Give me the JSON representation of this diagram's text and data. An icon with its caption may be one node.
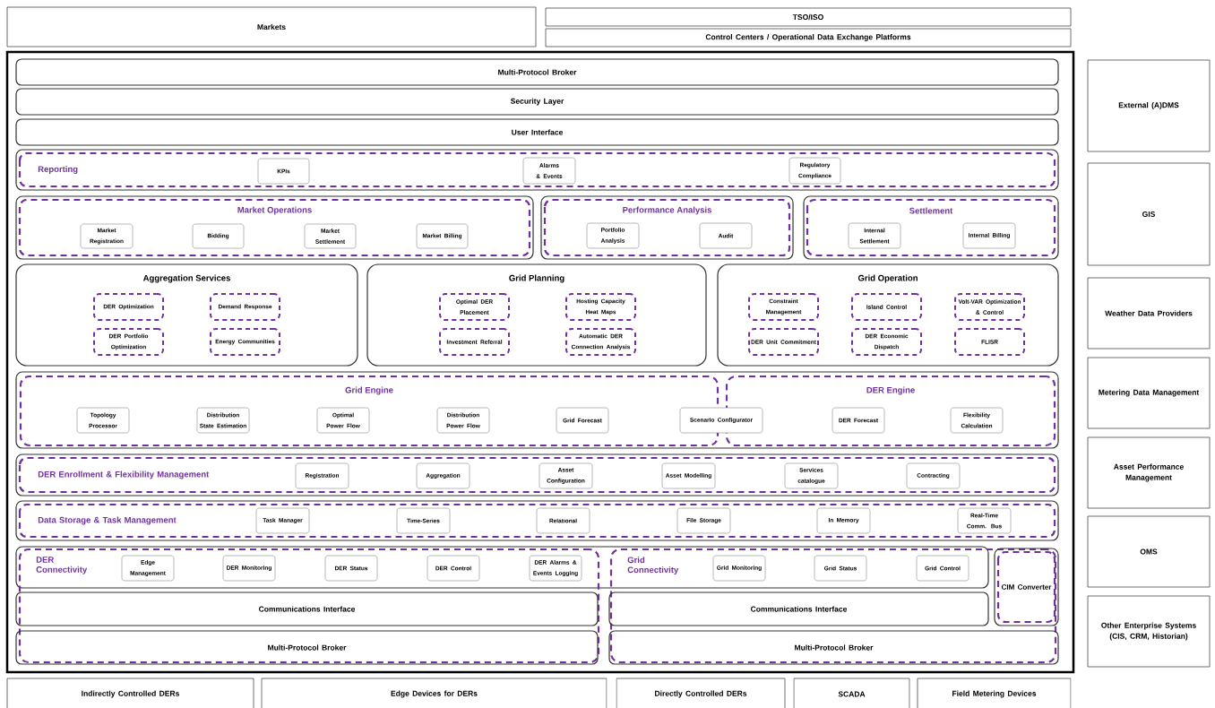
{
  "diagram": {
    "nodes": [
      {
        "text": [
          "Markets"
        ]
      },
      {
        "text": [
          "TSO/ISO"
        ]
      },
      {
        "text": [
          "Control Centers / Operational Data Exchange Platforms"
        ]
      },
      {
        "text": [],
        "shape": "box"
      },
      {
        "text": [
          "Multi-Protocol Broker"
        ],
        "in": 3
      },
      {
        "text": [
          "Security Layer"
        ],
        "in": 3
      },
      {
        "text": [
          "User Interface"
        ],
        "in": 3
      },
      {
        "text": [
          "Reporting"
        ],
        "in": 3
      },
      {
        "text": [
          "KPIs"
        ],
        "in": 7
      },
      {
        "text": [
          "Alarms & Events"
        ],
        "in": 7
      },
      {
        "text": [
          "Regulatory Compliance"
        ],
        "in": 7
      },
      {
        "text": [
          "Market Operations"
        ],
        "in": 3
      },
      {
        "text": [
          "Market Registration"
        ],
        "in": 11
      },
      {
        "text": [
          "Bidding"
        ],
        "in": 11
      },
      {
        "text": [
          "Market Settlement"
        ],
        "in": 11
      },
      {
        "text": [
          "Market Billing"
        ],
        "in": 11
      },
      {
        "text": [
          "Performance Analysis"
        ],
        "in": 3
      },
      {
        "text": [
          "Portfolio Analysis"
        ],
        "in": 16
      },
      {
        "text": [
          "Audit"
        ],
        "in": 16
      },
      {
        "text": [
          "Settlement"
        ],
        "in": 3
      },
      {
        "text": [
          "Internal Settlement"
        ],
        "in": 19
      },
      {
        "text": [
          "Internal Billing"
        ],
        "in": 19
      },
      {
        "text": [
          "Aggregation Services"
        ],
        "in": 3
      },
      {
        "text": [
          "DER Optimization"
        ],
        "in": 22
      },
      {
        "text": [
          "Demand Response"
        ],
        "in": 22
      },
      {
        "text": [
          "DER Portfolio Optimization"
        ],
        "in": 22
      },
      {
        "text": [
          "Energy Communities"
        ],
        "in": 22
      },
      {
        "text": [
          "Grid Planning"
        ],
        "in": 3
      },
      {
        "text": [
          "Optimal DER Placement"
        ],
        "in": 27
      },
      {
        "text": [
          "Hosting Capacity Heat Maps"
        ],
        "in": 27
      },
      {
        "text": [
          "Investment Referral"
        ],
        "in": 27
      },
      {
        "text": [
          "Automatic DER Connection Analysis"
        ],
        "in": 27
      },
      {
        "text": [
          "Grid Operation"
        ],
        "in": 3
      },
      {
        "text": [
          "Constraint Management"
        ],
        "in": 32
      },
      {
        "text": [
          "Island Control"
        ],
        "in": 32
      },
      {
        "text": [
          "Volt-VAR Optimization & Control"
        ],
        "in": 32
      },
      {
        "text": [
          "DER Unit Commitment"
        ],
        "in": 32
      },
      {
        "text": [
          "DER Economic Dispatch"
        ],
        "in": 32
      },
      {
        "text": [
          "FLISR"
        ],
        "in": 32
      },
      {
        "text": [
          "Grid Engine"
        ],
        "in": 3
      },
      {
        "text": [
          "DER Engine"
        ],
        "in": 3
      },
      {
        "text": [
          "Topology Processor"
        ],
        "in": 39
      },
      {
        "text": [
          "Distribution State Estimation"
        ],
        "in": 39
      },
      {
        "text": [
          "Optimal Power Flow"
        ],
        "in": 39
      },
      {
        "text": [
          "Distribution Power Flow"
        ],
        "in": 39
      },
      {
        "text": [
          "Grid Forecast"
        ],
        "in": 39
      },
      {
        "text": [
          "Scenario Configurator"
        ],
        "in": 3
      },
      {
        "text": [
          "DER Forecast"
        ],
        "in": 40
      },
      {
        "text": [
          "Flexibility Calculation"
        ],
        "in": 40
      },
      {
        "text": [
          "DER Enrollment & Flexibility Management"
        ],
        "in": 3
      },
      {
        "text": [
          "Registration"
        ],
        "in": 49
      },
      {
        "text": [
          "Aggregation"
        ],
        "in": 49
      },
      {
        "text": [
          "Asset Configuration"
        ],
        "in": 49
      },
      {
        "text": [
          "Asset Modelling"
        ],
        "in": 49
      },
      {
        "text": [
          "Services catalogue"
        ],
        "in": 49
      },
      {
        "text": [
          "Contracting"
        ],
        "in": 49
      },
      {
        "text": [
          "Data Storage & Task Management"
        ],
        "in": 3
      },
      {
        "text": [
          "Task Manager"
        ],
        "in": 56
      },
      {
        "text": [
          "Time-Series"
        ],
        "in": 56
      },
      {
        "text": [
          "Relational"
        ],
        "in": 56
      },
      {
        "text": [
          "File Storage"
        ],
        "in": 56
      },
      {
        "text": [
          "In Memory"
        ],
        "in": 56
      },
      {
        "text": [
          "Real-Time Comm. Bus"
        ],
        "in": 56
      },
      {
        "text": [
          "DER Connectivity"
        ],
        "in": 3
      },
      {
        "text": [
          "Grid Connectivity"
        ],
        "in": 3
      },
      {
        "text": [
          "Edge Management"
        ],
        "in": 63
      },
      {
        "text": [
          "DER Monitoring"
        ],
        "in": 63
      },
      {
        "text": [
          "DER Status"
        ],
        "in": 63
      },
      {
        "text": [
          "DER Control"
        ],
        "in": 63
      },
      {
        "text": [
          "DER Alarms & Events Logging"
        ],
        "in": 63
      },
      {
        "text": [
          "Grid Monitoring"
        ],
        "in": 64
      },
      {
        "text": [
          "Grid Status"
        ],
        "in": 64
      },
      {
        "text": [
          "Grid Control"
        ],
        "in": 64
      },
      {
        "text": [
          "Communications Interface"
        ],
        "in": 63
      },
      {
        "text": [
          "Communications Interface"
        ],
        "in": 64
      },
      {
        "text": [
          "CIM Converter"
        ],
        "in": 64
      },
      {
        "text": [
          "Multi-Protocol Broker"
        ],
        "in": 63
      },
      {
        "text": [
          "Multi-Protocol Broker"
        ],
        "in": 64
      },
      {
        "text": [
          "External (A)DMS"
        ]
      },
      {
        "text": [
          "GIS"
        ]
      },
      {
        "text": [
          "Weather Data Providers"
        ]
      },
      {
        "text": [
          "Metering Data Management"
        ]
      },
      {
        "text": [
          "Asset Performance Management"
        ]
      },
      {
        "text": [
          "OMS"
        ]
      },
      {
        "text": [
          "Other Enterprise Systems (CIS, CRM, Historian)"
        ]
      },
      {
        "text": [
          "Indirectly Controlled DERs"
        ]
      },
      {
        "text": [
          "Edge Devices for DERs"
        ]
      },
      {
        "text": [
          "Directly Controlled DERs"
        ]
      },
      {
        "text": [
          "SCADA"
        ]
      },
      {
        "text": [
          "Field Metering Devices"
        ]
      }
    ],
    "edges": []
  }
}
